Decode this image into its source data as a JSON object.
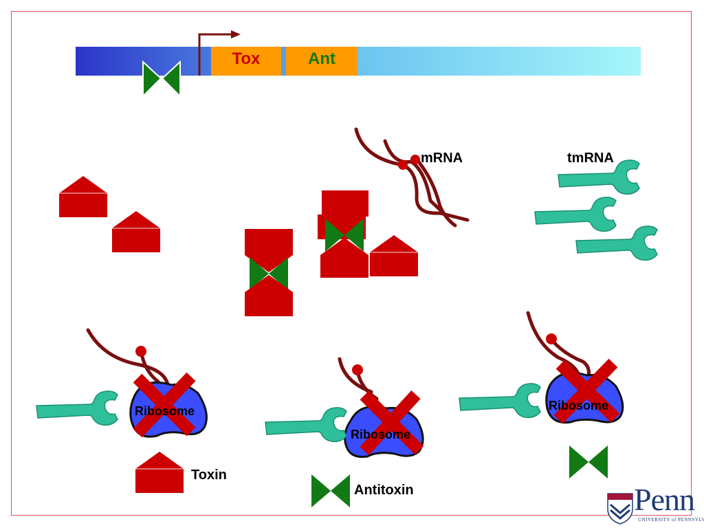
{
  "gene_bar": {
    "tox_label": "Tox",
    "ant_label": "Ant"
  },
  "labels": {
    "mrna": "mRNA",
    "tmrna": "tmRNA",
    "ribosome": "Ribosome",
    "legend_toxin": "Toxin",
    "legend_antitoxin": "Antitoxin"
  },
  "logo": {
    "name": "Penn",
    "subtitle": "UNIVERSITY of PENNSYLVANIA"
  },
  "colors": {
    "toxin": "#cc0000",
    "antitoxin": "#127a14",
    "tmrna": "#2fbf9a",
    "mrna": "#7a0f0f",
    "ribosome": "#3a4dff",
    "cross": "#cc0000",
    "tox_box": "#ff9a00",
    "tox_text": "#cc0000",
    "ant_text": "#117a11",
    "frame": "#d8525b"
  }
}
